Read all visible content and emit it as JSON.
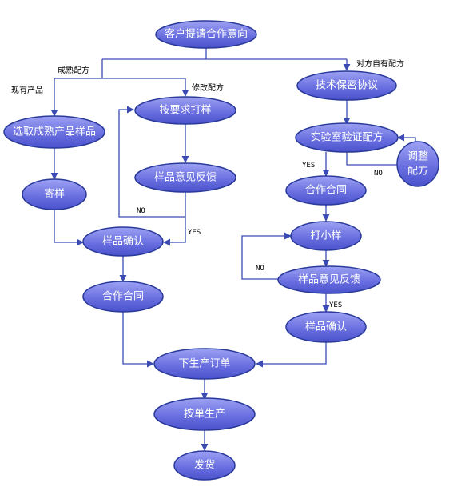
{
  "nodes": {
    "client_intent": "客户提请合作意向",
    "nda": "技术保密协议",
    "pick_sample": "选取成熟产品样品",
    "custom_sample": "按要求打样",
    "lab_verify": "实验室验证配方",
    "adjust": [
      "调整",
      "配方"
    ],
    "feedback_left": "样品意见反馈",
    "send_sample": "寄样",
    "contract_right": "合作合同",
    "sample_confirm_left": "样品确认",
    "small_sample": "打小样",
    "contract_left": "合作合同",
    "feedback_right": "样品意见反馈",
    "sample_confirm_right": "样品确认",
    "order": "下生产订单",
    "production": "按单生产",
    "ship": "发货"
  },
  "labels": {
    "mature_formula": "成熟配方",
    "own_formula": "对方自有配方",
    "existing_product": "现有产品",
    "modify_formula": "修改配方",
    "yes_lab": "YES",
    "no_lab": "NO",
    "no_left": "NO",
    "yes_left": "YES",
    "no_right": "NO",
    "yes_right": "YES"
  },
  "colors": {
    "node_fill_top": "#8a8ff0",
    "node_fill_bottom": "#4a52cc",
    "node_stroke": "#2a3a9a",
    "edge": "#3b4bb3"
  }
}
